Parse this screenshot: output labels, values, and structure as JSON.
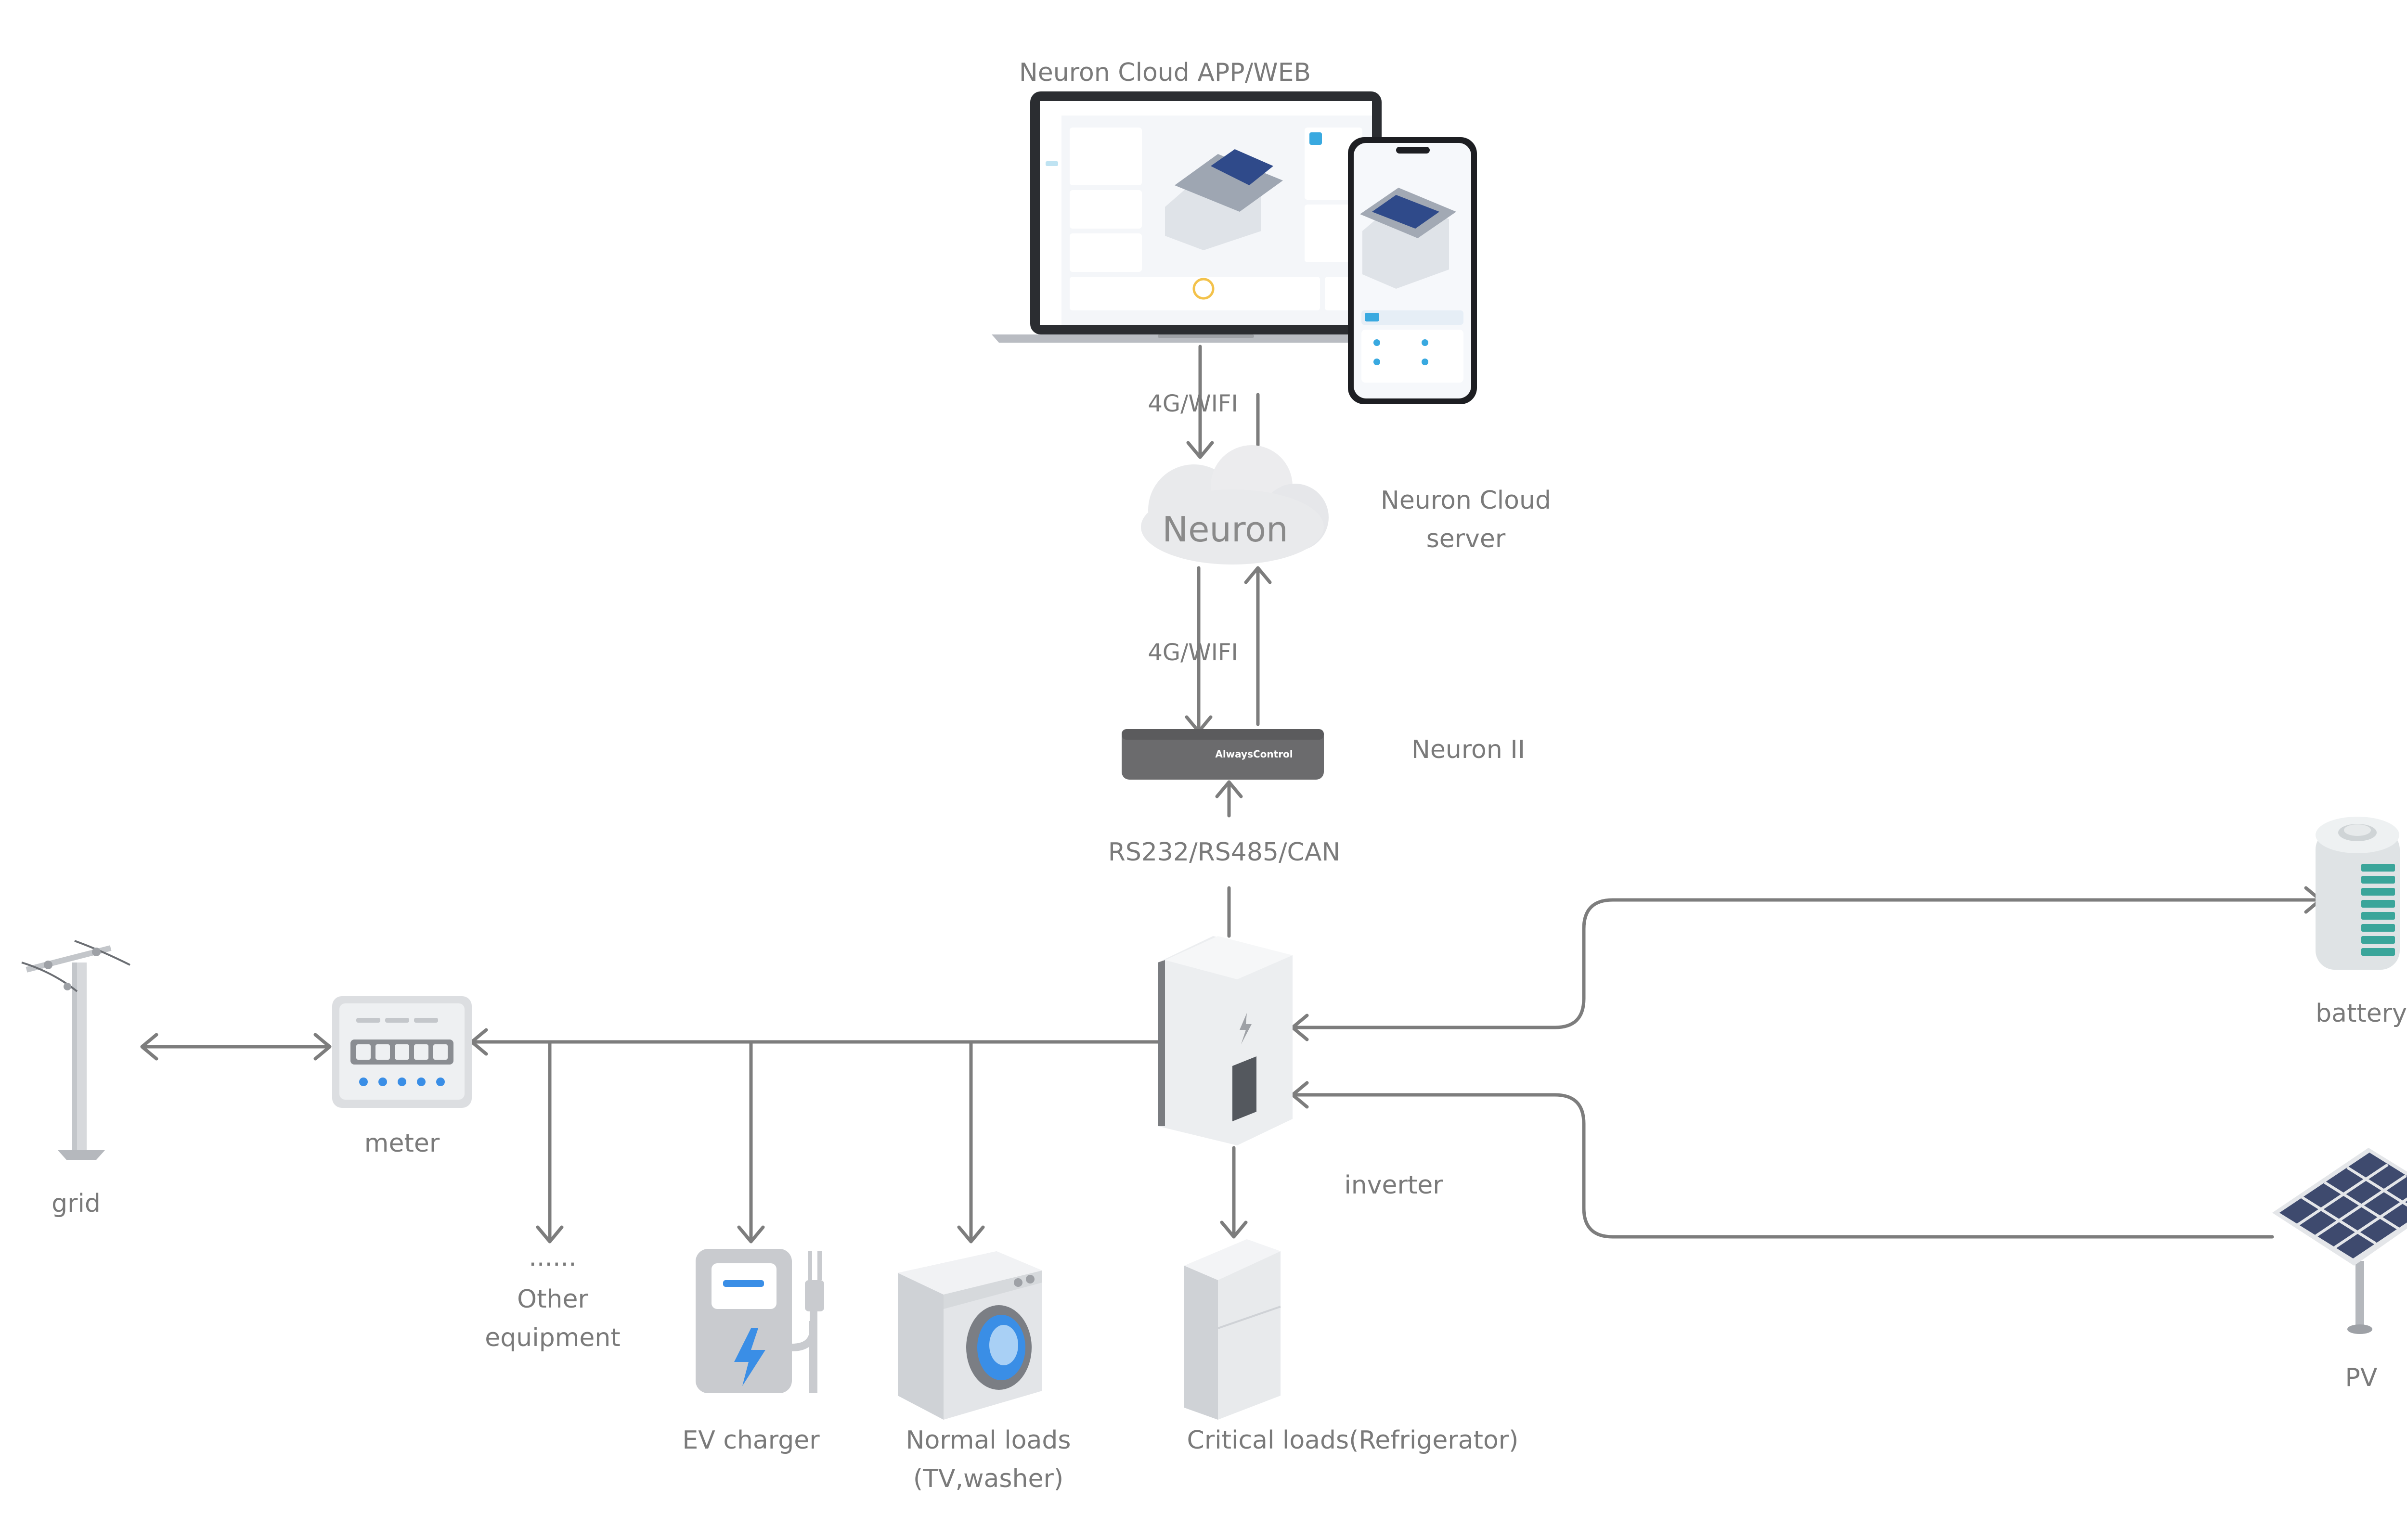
{
  "labels": {
    "app": "Neuron Cloud APP/WEB",
    "link_top": "4G/WIFI",
    "link_mid": "4G/WIFI",
    "cloud_text": "Neuron",
    "cloud_caption_1": "Neuron Cloud",
    "cloud_caption_2": "server",
    "gateway": "Neuron II",
    "gateway_brand": "AlwaysControl",
    "protocols": "RS232/RS485/CAN",
    "grid": "grid",
    "meter": "meter",
    "other_dots": "......",
    "other_1": "Other",
    "other_2": "equipment",
    "ev": "EV charger",
    "normal_1": "Normal loads",
    "normal_2": "(TV,washer)",
    "critical": "Critical loads(Refrigerator)",
    "inverter": "inverter",
    "battery": "battery",
    "pv": "PV"
  },
  "colors": {
    "line": "#7d7d7d",
    "label": "#7a7a7a",
    "accent_blue": "#3a8ee6",
    "battery_teal": "#3aa59a",
    "pv_panel": "#3e4a6e"
  },
  "icons": [
    "laptop-icon",
    "phone-icon",
    "cloud-icon",
    "gateway-icon",
    "inverter-icon",
    "battery-icon",
    "pv-panel-icon",
    "meter-icon",
    "utility-pole-icon",
    "ev-charger-icon",
    "washer-icon",
    "refrigerator-icon"
  ]
}
